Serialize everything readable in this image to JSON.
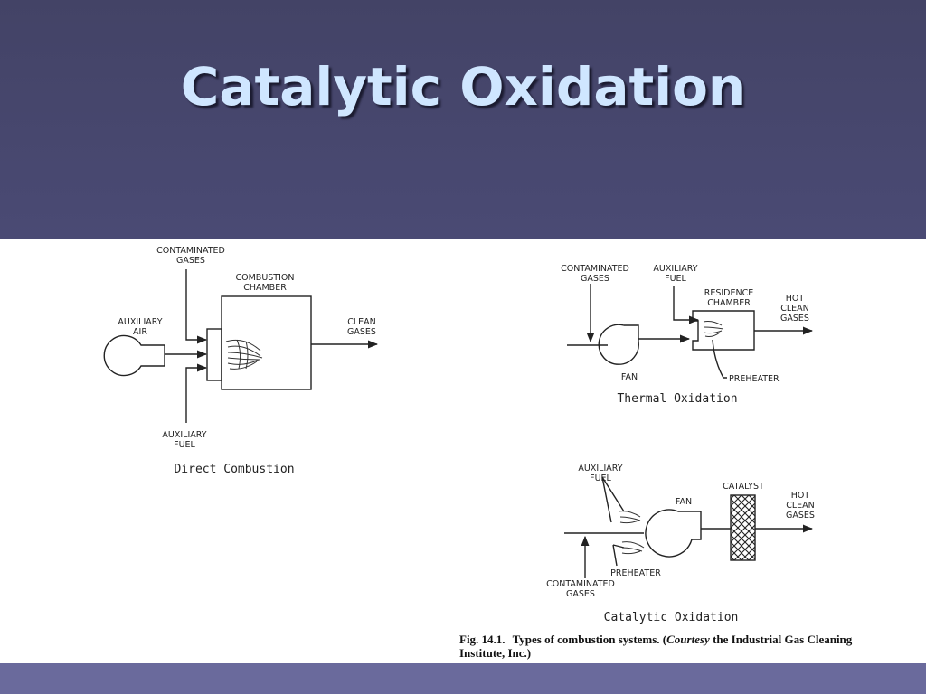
{
  "slide": {
    "title": "Catalytic Oxidation"
  },
  "direct": {
    "caption": "Direct Combustion",
    "contaminated_1": "CONTAMINATED",
    "contaminated_2": "GASES",
    "chamber_1": "COMBUSTION",
    "chamber_2": "CHAMBER",
    "aux_air_1": "AUXILIARY",
    "aux_air_2": "AIR",
    "clean_1": "CLEAN",
    "clean_2": "GASES",
    "aux_fuel_1": "AUXILIARY",
    "aux_fuel_2": "FUEL"
  },
  "thermal": {
    "caption": "Thermal Oxidation",
    "contaminated_1": "CONTAMINATED",
    "contaminated_2": "GASES",
    "aux_fuel_1": "AUXILIARY",
    "aux_fuel_2": "FUEL",
    "residence_1": "RESIDENCE",
    "residence_2": "CHAMBER",
    "hot_1": "HOT",
    "hot_2": "CLEAN",
    "hot_3": "GASES",
    "fan": "FAN",
    "preheater": "PREHEATER"
  },
  "catalytic": {
    "caption": "Catalytic Oxidation",
    "aux_fuel_1": "AUXILIARY",
    "aux_fuel_2": "FUEL",
    "fan": "FAN",
    "catalyst": "CATALYST",
    "hot_1": "HOT",
    "hot_2": "CLEAN",
    "hot_3": "GASES",
    "preheater": "PREHEATER",
    "contaminated_1": "CONTAMINATED",
    "contaminated_2": "GASES"
  },
  "figure": {
    "number": "Fig. 14.1.",
    "text_a": "Types of combustion systems. (",
    "courtesy": "Courtesy",
    "text_b": " the Industrial Gas Cleaning",
    "line2": "Institute, Inc.)"
  }
}
